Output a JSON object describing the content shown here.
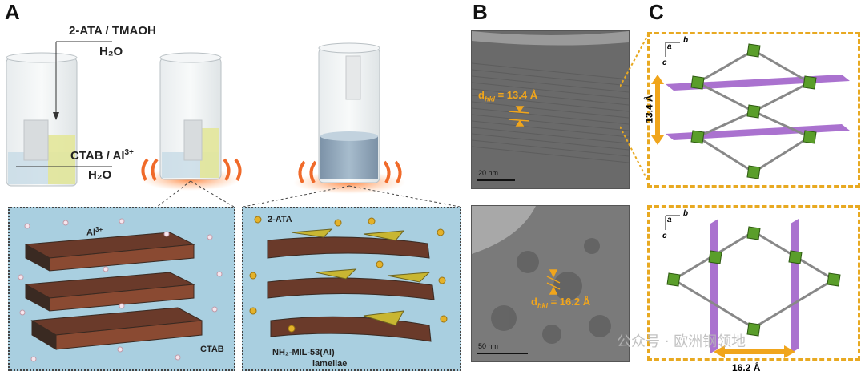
{
  "panels": {
    "a": "A",
    "b": "B",
    "c": "C"
  },
  "panel_a": {
    "reagent_top": "2-ATA / TMAOH",
    "solvent_top": "H₂O",
    "reagent_mid_prefix": "CTAB / Al",
    "reagent_mid_sup": "3+",
    "solvent_mid": "H₂O",
    "inset_left": {
      "ion_prefix": "Al",
      "ion_sup": "3+",
      "surfactant": "CTAB"
    },
    "inset_right": {
      "linker": "2-ATA",
      "product_line1": "NH₂-MIL-53(Al)",
      "product_line2": "lamellae"
    }
  },
  "panel_b": {
    "top": {
      "dhkl": "d",
      "dhkl_sub": "hkl",
      "value": " = 13.4 Å",
      "scale": "20 nm"
    },
    "bottom": {
      "dhkl": "d",
      "dhkl_sub": "hkl",
      "value": " = 16.2 Å",
      "scale": "50 nm"
    }
  },
  "panel_c": {
    "top": {
      "axis_a": "a",
      "axis_b": "b",
      "axis_c": "c",
      "spacing": "13.4 Å"
    },
    "bottom": {
      "axis_a": "a",
      "axis_b": "b",
      "axis_c": "c",
      "spacing": "16.2 Å"
    }
  },
  "watermark": "公众号 · 欧洲钢领地",
  "colors": {
    "accent": "#f0a51c",
    "purple": "#9b59c7",
    "green": "#5a9e2a",
    "inset_bg": "#a9cfe0"
  }
}
